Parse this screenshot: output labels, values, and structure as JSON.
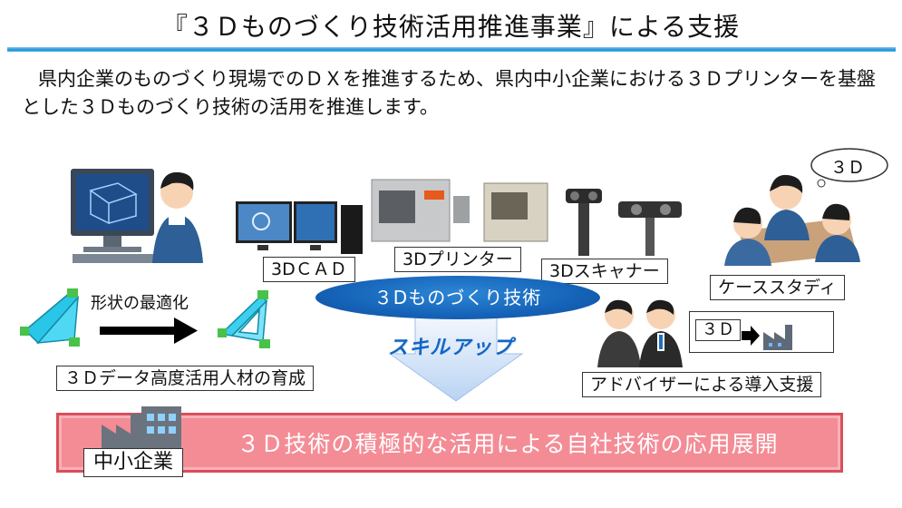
{
  "title": "『３Ｄものづくり技術活用推進事業』による支援",
  "intro": "県内企業のものづくり現場でのＤＸを推進するため、県内中小企業における３Ｄプリンターを基盤とした３Ｄものづくり技術の活用を推進します。",
  "labels": {
    "shape_optimization": "形状の最適化",
    "cad": "3DＣＡＤ",
    "printer": "3Dプリンター",
    "scanner": "3Dスキャナー",
    "case_study": "ケーススタディ",
    "skill": "３Dものづくり技術",
    "skill_up": "スキルアップ",
    "advisor": "アドバイザーによる導入支援",
    "advisor_3d": "３Ｄ",
    "talent": "３Ｄデータ高度活用人材の育成",
    "think_bubble": "３Ｄ",
    "banner": "３Ｄ技術の積極的な活用による自社技術の応用展開",
    "sme": "中小企業"
  },
  "colors": {
    "accent_blue": "#1563b8",
    "banner_pink": "#f48c96",
    "arrow_blue": "#c9ddf5"
  }
}
